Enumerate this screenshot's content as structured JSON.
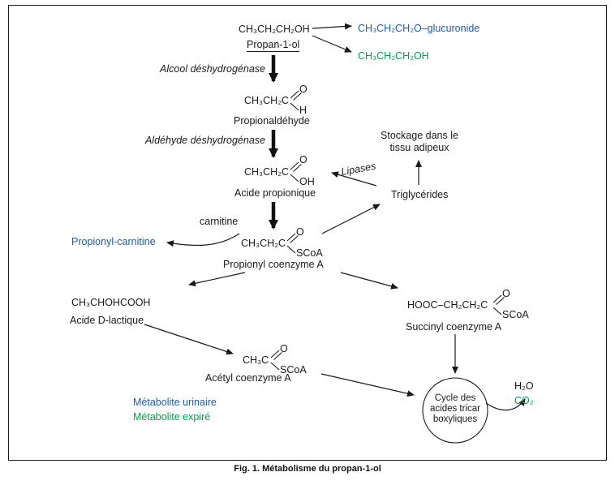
{
  "colors": {
    "urinary": "#1f5aa8",
    "expired": "#00a34e",
    "ink": "#1a1a1a"
  },
  "caption": "Fig. 1. Métabolisme du propan-1-ol",
  "top": {
    "formula": "CH₃CH₂CH₂OH",
    "name": "Propan-1-ol",
    "glucuronide": "CH₃CH₂CH₂O–glucuronide",
    "expired": "CH₃CH₂CH₂OH"
  },
  "enzymes": {
    "adh": "Alcool déshydrogénase",
    "aldh": "Aldéhyde déshydrogénase",
    "lipases": "Lipases"
  },
  "propionaldehyde": {
    "main": "CH₃CH₂C",
    "o": "O",
    "x": "H",
    "name": "Propionaldéhyde"
  },
  "propionic": {
    "main": "CH₃CH₂C",
    "o": "O",
    "x": "OH",
    "name": "Acide propionique"
  },
  "storage": {
    "line1": "Stockage dans le",
    "line2": "tissu adipeux",
    "triglycerides": "Triglycérides"
  },
  "propionyl": {
    "carnitine": "carnitine",
    "conjugate": "Propionyl-carnitine",
    "main": "CH₃CH₂C",
    "o": "O",
    "x": "SCoA",
    "name": "Propionyl coenzyme A"
  },
  "lactic": {
    "formula": "CH₃CHOHCOOH",
    "name": "Acide D-lactique"
  },
  "succinyl": {
    "main": "HOOC–CH₂CH₂C",
    "o": "O",
    "x": "SCoA",
    "name": "Succinyl coenzyme A"
  },
  "acetyl": {
    "main": "CH₃C",
    "o": "O",
    "x": "SCoA",
    "name": "Acétyl coenzyme A"
  },
  "cycle": {
    "line1": "Cycle des",
    "line2": "acides tricar",
    "line3": "boxyliques",
    "h2o": "H₂O",
    "co2": "CO₂"
  },
  "legend": {
    "urinary": "Métabolite urinaire",
    "expired": "Métabolite expiré"
  }
}
